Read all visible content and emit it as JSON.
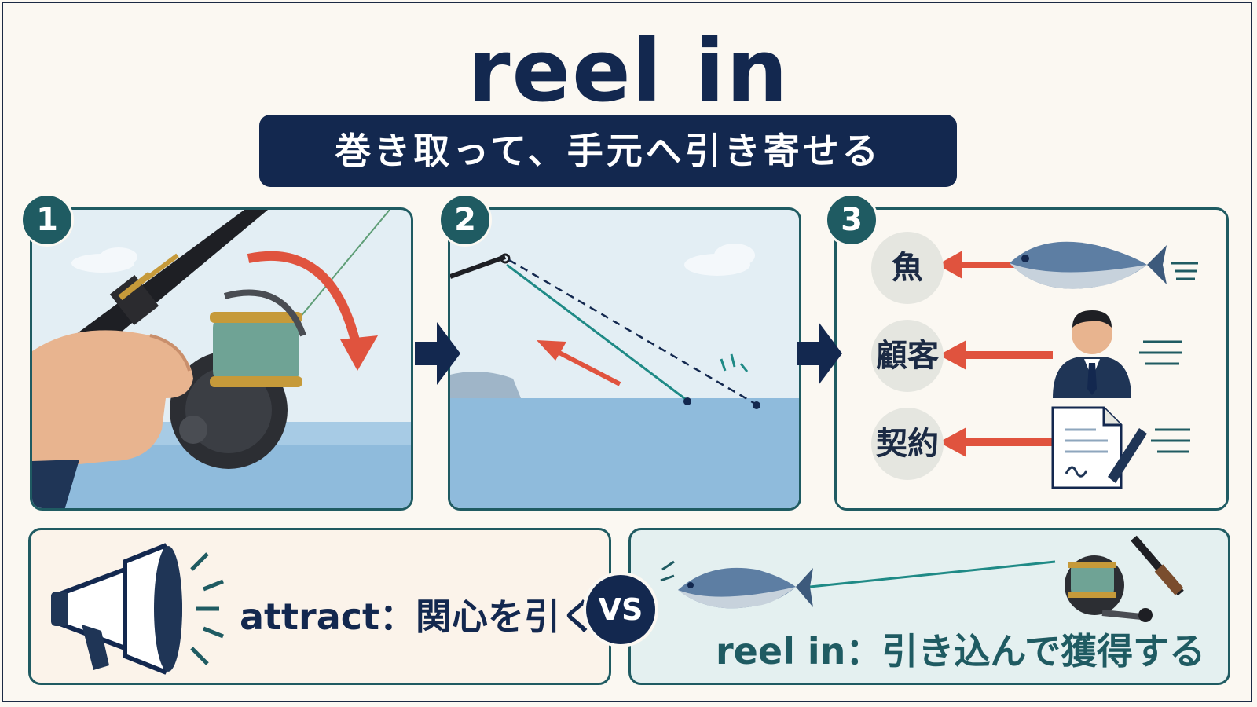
{
  "title": "reel in",
  "subtitle": "巻き取って、手元へ引き寄せる",
  "steps": [
    {
      "number": "1"
    },
    {
      "number": "2"
    },
    {
      "number": "3"
    }
  ],
  "examples": [
    {
      "label": "魚",
      "icon": "tuna-fish-icon"
    },
    {
      "label": "顧客",
      "icon": "businessman-icon"
    },
    {
      "label": "契約",
      "icon": "contract-document-icon"
    }
  ],
  "comparison": {
    "vs": "VS",
    "attract": "attract：関心を引く",
    "reel_in": "reel in：引き込んで獲得する"
  },
  "colors": {
    "navy": "#13284f",
    "teal": "#1f5b62",
    "arrow_red": "#e0533e",
    "sea_blue": "#8fbbdc"
  }
}
